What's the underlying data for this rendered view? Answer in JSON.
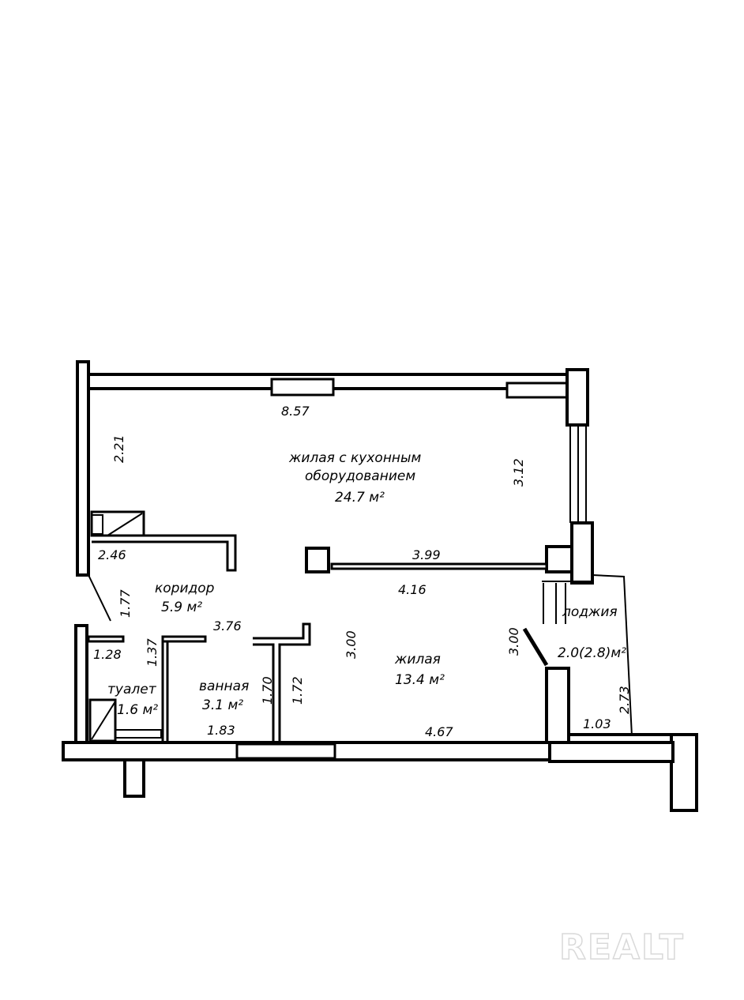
{
  "rooms": {
    "living_kitchen_line1": "жилая с кухонным",
    "living_kitchen_line2": "оборудованием",
    "living_kitchen_area": "24.7  м²",
    "corridor": "коридор",
    "corridor_area": "5.9 м²",
    "toilet": "туалет",
    "toilet_area": "1.6 м²",
    "bathroom": "ванная",
    "bathroom_area": "3.1 м²",
    "living": "жилая",
    "living_area": "13.4  м²",
    "loggia": "лоджия",
    "loggia_area": "2.0(2.8)м²"
  },
  "dimensions": {
    "top_width": "8.57",
    "left_top_height": "2.21",
    "right_top_height": "3.12",
    "corridor_width": "2.46",
    "partition_width": "3.99",
    "living_width_top": "4.16",
    "corridor_height": "1.77",
    "corridor_bottom": "3.76",
    "living_height_left": "3.00",
    "living_height_right": "3.00",
    "toilet_width": "1.28",
    "toilet_height": "1.37",
    "bath_height": "1.70",
    "bath_height_2": "1.72",
    "bath_width": "1.83",
    "living_width_bottom": "4.67",
    "loggia_height": "2.73",
    "loggia_width": "1.03"
  },
  "watermark": "REALT"
}
